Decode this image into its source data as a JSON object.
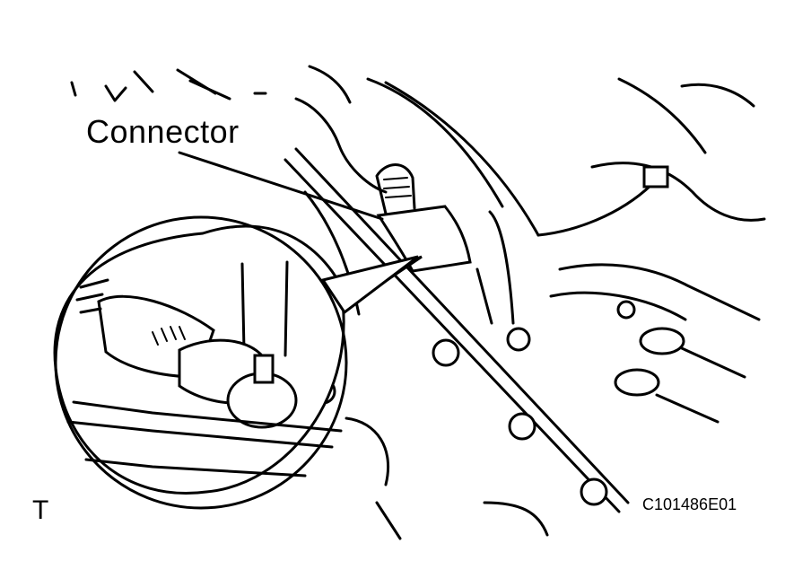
{
  "labels": {
    "callout": "Connector",
    "corner": "T",
    "figure_id": "C101486E01"
  },
  "colors": {
    "ink": "#000000",
    "paper": "#ffffff"
  }
}
